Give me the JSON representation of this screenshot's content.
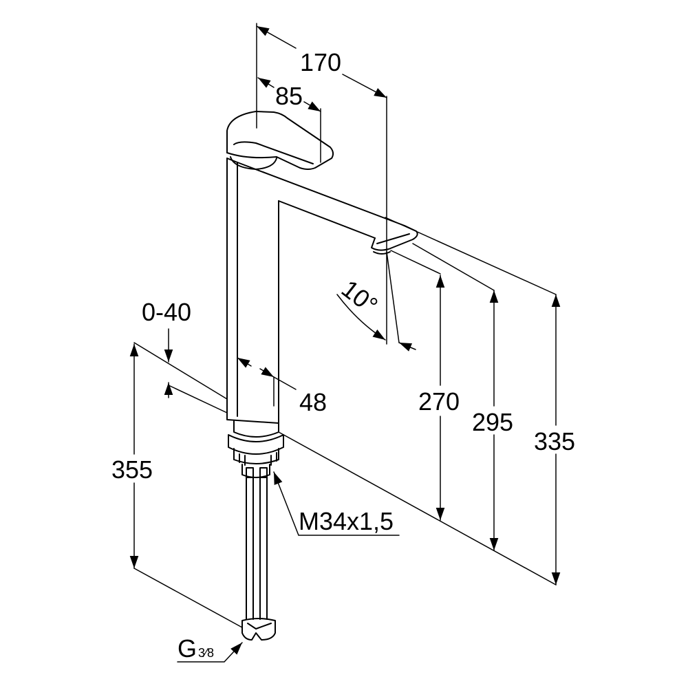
{
  "dimensions": {
    "spout_reach": "170",
    "lever_length": "85",
    "deck_thickness": "0-40",
    "body_width": "48",
    "spout_angle": "10°",
    "spout_outlet_height": "270",
    "height_to_spout_top": "295",
    "total_height": "335",
    "hose_length": "355",
    "mounting_thread": "M34x1,5",
    "connection_thread": "G",
    "connection_size": "3⁄8"
  }
}
